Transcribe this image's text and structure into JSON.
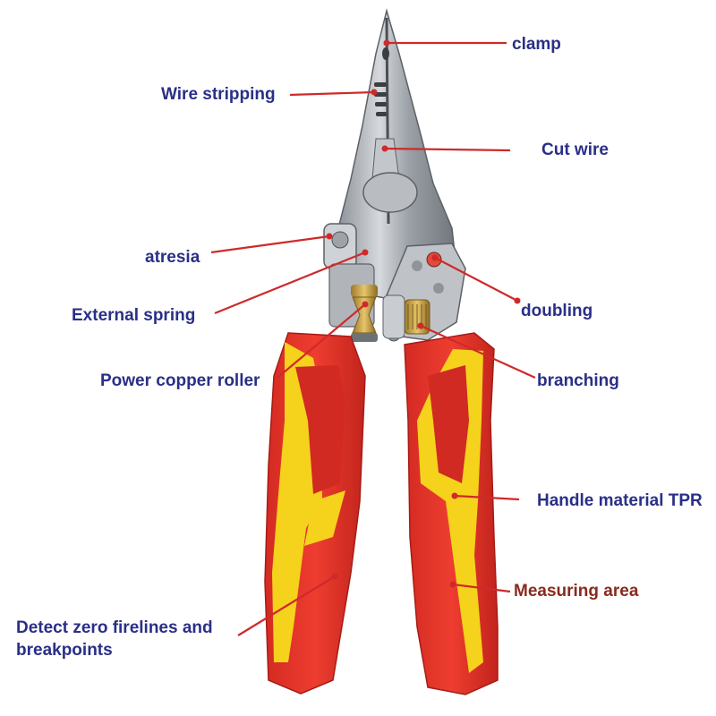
{
  "colors": {
    "label_text": "#2a2f87",
    "label_text_alt": "#8a2a1e",
    "leader_line": "#cf2a2a",
    "handle_red": "#e8332a",
    "handle_yellow": "#f5d21c",
    "steel": "#a9adb2",
    "brass": "#c9a34a"
  },
  "labels": {
    "clamp": "clamp",
    "wire_stripping": "Wire stripping",
    "cut_wire": "Cut wire",
    "atresia": "atresia",
    "doubling": "doubling",
    "external_spring": "External spring",
    "power_copper_roller": "Power copper roller",
    "branching": "branching",
    "handle_material": "Handle material TPR",
    "measuring_area": "Measuring area",
    "detect_line1": "Detect zero firelines and",
    "detect_line2": "breakpoints"
  }
}
